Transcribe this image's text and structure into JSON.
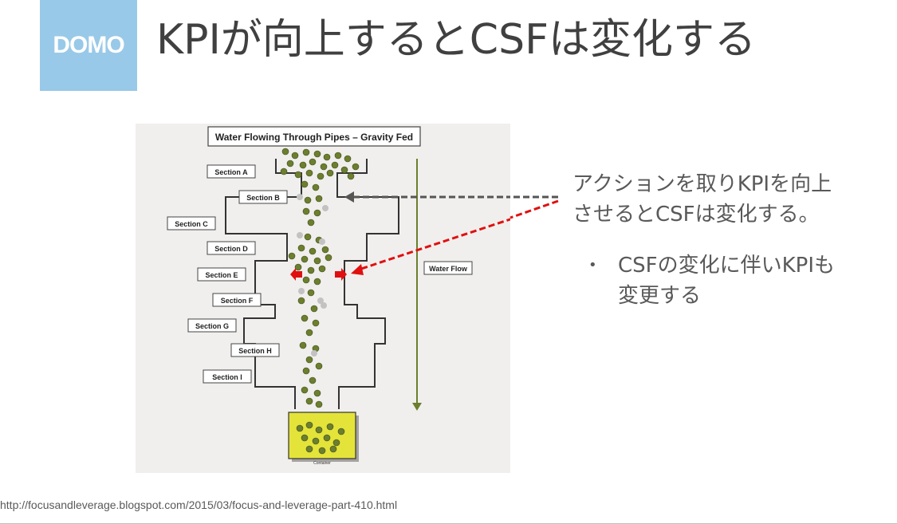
{
  "logo": {
    "text": "DOMO",
    "color": "#99c9e8"
  },
  "slide": {
    "title": "KPIが向上するとCSFは変化する",
    "note_line1": "アクションを取りKPIを向上",
    "note_line2": "させるとCSFは変化する。",
    "bullet_marker": "•",
    "bullet_line1": "CSFの変化に伴いKPIも",
    "bullet_line2": "変更する",
    "source": "http://focusandleverage.blogspot.com/2015/03/focus-and-leverage-part-410.html"
  },
  "figure": {
    "title": "Water Flowing Through Pipes – Gravity Fed",
    "sections": [
      "Section A",
      "Section B",
      "Section C",
      "Section D",
      "Section E",
      "Section F",
      "Section G",
      "Section H",
      "Section I"
    ],
    "flow_label": "Water Flow",
    "container_label": "Container",
    "colors": {
      "ball": "#6b7f2e",
      "ball_ghost": "#c2c2c2",
      "container": "#e4e33a",
      "flow_arrow": "#6b7f2e",
      "red_arrow": "#e01010",
      "gray_arrow": "#555555"
    }
  }
}
